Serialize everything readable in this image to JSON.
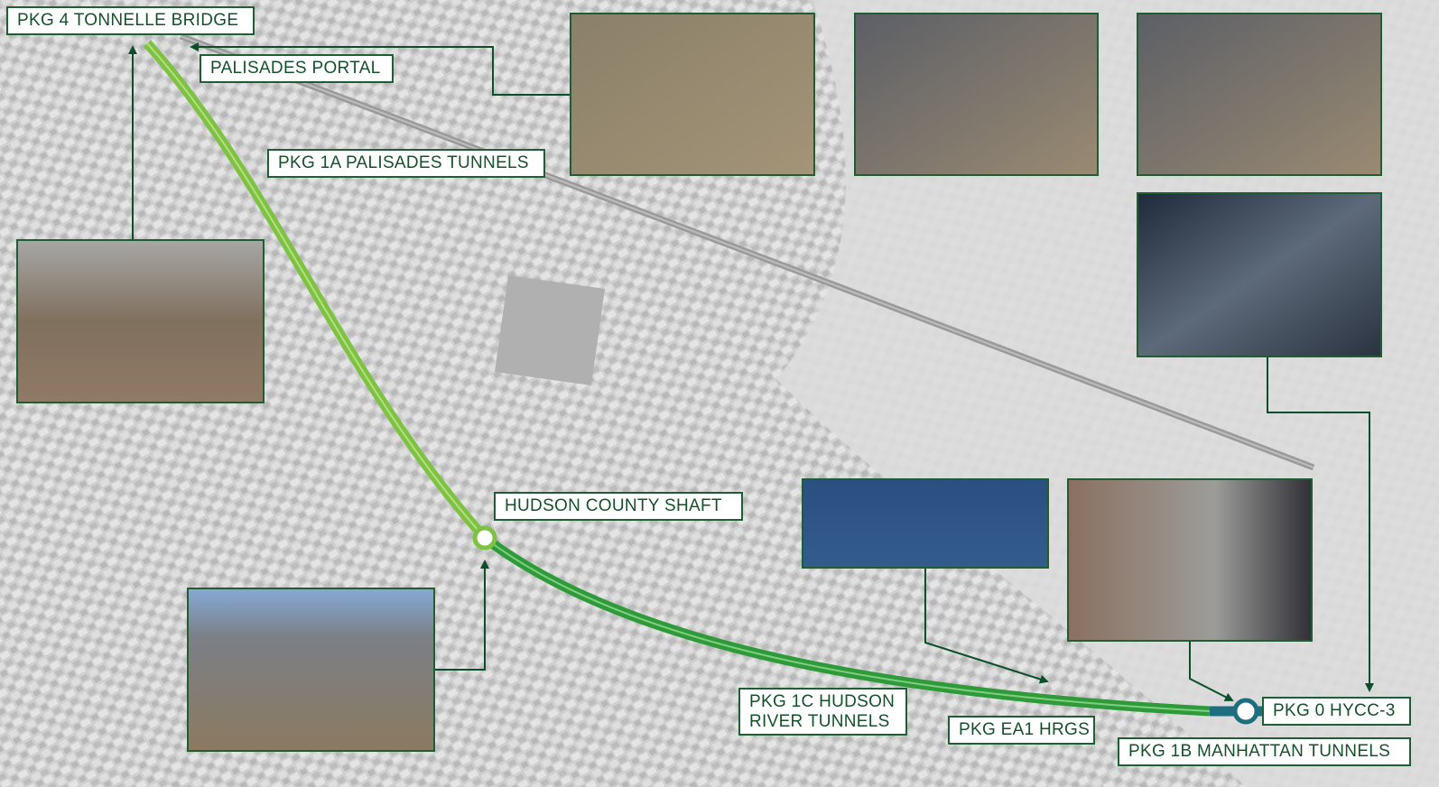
{
  "labels": {
    "tonnelle": "PKG 4 TONNELLE BRIDGE",
    "palisades_portal": "PALISADES PORTAL",
    "palisades_tunnels": "PKG 1A PALISADES TUNNELS",
    "hudson_shaft": "HUDSON COUNTY SHAFT",
    "hudson_river_1": "PKG 1C HUDSON",
    "hudson_river_2": "RIVER TUNNELS",
    "hrgs": "PKG EA1 HRGS",
    "hycc": "PKG 0 HYCC-3",
    "manhattan": "PKG 1B MANHATTAN TUNNELS"
  },
  "colors": {
    "route_nj": "#7dc242",
    "route_river": "#2e9a3a",
    "route_manhattan": "#1d6e7e",
    "callout": "#0b4f2a",
    "label_border": "#1f5e35"
  }
}
